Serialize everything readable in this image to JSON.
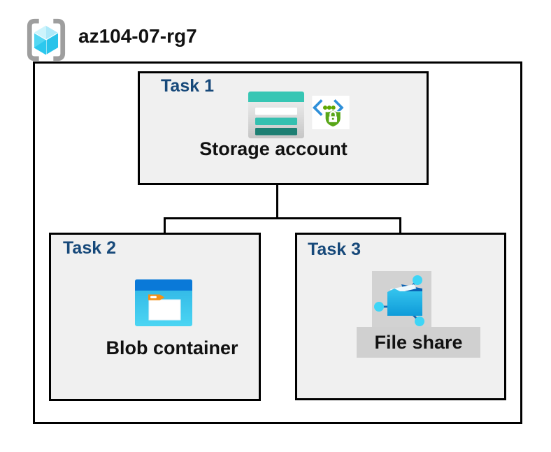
{
  "title": "az104-07-rg7",
  "header_icon": "resource-group-icon",
  "diagram": {
    "tasks": [
      {
        "label": "Task 1",
        "item": "Storage account",
        "icons": [
          "storage-account-icon",
          "sas-shield-lock-icon"
        ]
      },
      {
        "label": "Task 2",
        "item": "Blob container",
        "icons": [
          "blob-container-icon"
        ]
      },
      {
        "label": "Task 3",
        "item": "File share",
        "icons": [
          "file-share-icon"
        ]
      }
    ],
    "connections": [
      {
        "from": "Storage account",
        "to": "Blob container"
      },
      {
        "from": "Storage account",
        "to": "File share"
      }
    ]
  },
  "colors": {
    "task_label_navy": "#17497a",
    "box_fill_gray": "#f0f0f0",
    "band_gray": "#d0d0d0",
    "icon_plate_gray": "#d2d2d2",
    "storage_teal": "#37c6b4",
    "storage_teal_dark": "#1d7f73",
    "blob_header_blue": "#0a79d8",
    "blob_body_cyan": "#3bc7ee",
    "folder_tab_orange": "#f59116",
    "fileshare_blue": "#1a9edb",
    "fileshare_dark_blue": "#0a62b4",
    "node_cyan": "#3ed5f6",
    "sas_bracket_blue": "#2e8fd9",
    "sas_green": "#58a618",
    "line_black": "#000000"
  }
}
